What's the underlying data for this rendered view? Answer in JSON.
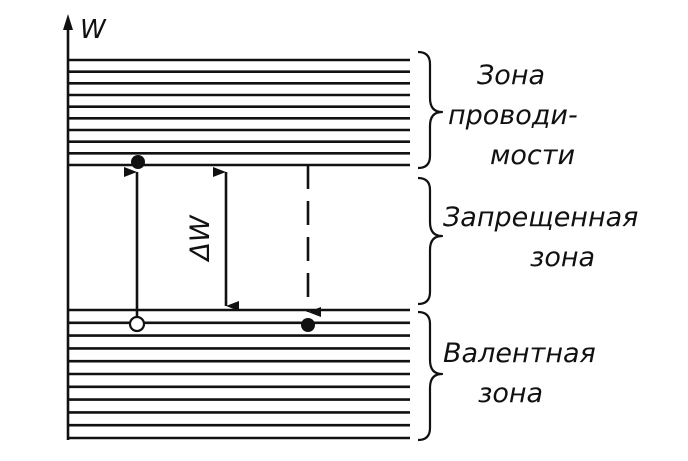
{
  "axis": {
    "label": "W"
  },
  "gap_label": "ΔW",
  "bands": {
    "conduction": {
      "lines": [
        "Зона",
        "проводи-",
        "мости"
      ],
      "level_count": 10
    },
    "forbidden": {
      "lines": [
        "Запрещенная",
        "зона"
      ]
    },
    "valence": {
      "lines": [
        "Валентная",
        "зона"
      ],
      "level_count": 11
    }
  }
}
